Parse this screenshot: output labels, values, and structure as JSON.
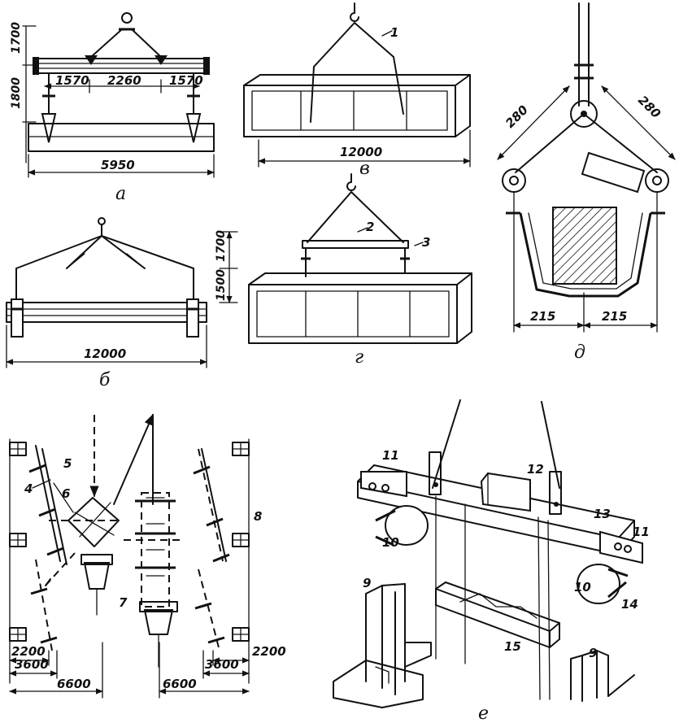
{
  "panels": {
    "a": {
      "caption": "а",
      "dims": {
        "top_height": "1700",
        "lower_height": "1800",
        "left": "1570",
        "mid": "2260",
        "right": "1570",
        "span": "5950"
      }
    },
    "b": {
      "caption": "б",
      "dims": {
        "top_height": "1700",
        "lower_height": "1500",
        "span": "12000"
      }
    },
    "v": {
      "caption": "в",
      "dims": {
        "span": "12000"
      },
      "labels": {
        "sling": "1"
      }
    },
    "g": {
      "caption": "г",
      "labels": {
        "beam": "2",
        "hook": "3"
      }
    },
    "d": {
      "caption": "д",
      "dims": {
        "left_arm": "280",
        "right_arm": "280",
        "left_half": "215",
        "right_half": "215"
      }
    },
    "plan": {
      "labels": {
        "l4": "4",
        "l5": "5",
        "l6": "6",
        "l7": "7",
        "l8": "8"
      },
      "dims": {
        "d1": "2200",
        "d2": "3600",
        "d3": "6600",
        "d4": "6600",
        "d5": "3600",
        "d6": "2200"
      }
    },
    "e": {
      "caption": "е",
      "labels": {
        "l9a": "9",
        "l9b": "9",
        "l10a": "10",
        "l10b": "10",
        "l11a": "11",
        "l11b": "11",
        "l12": "12",
        "l13": "13",
        "l14": "14",
        "l15": "15"
      }
    }
  }
}
